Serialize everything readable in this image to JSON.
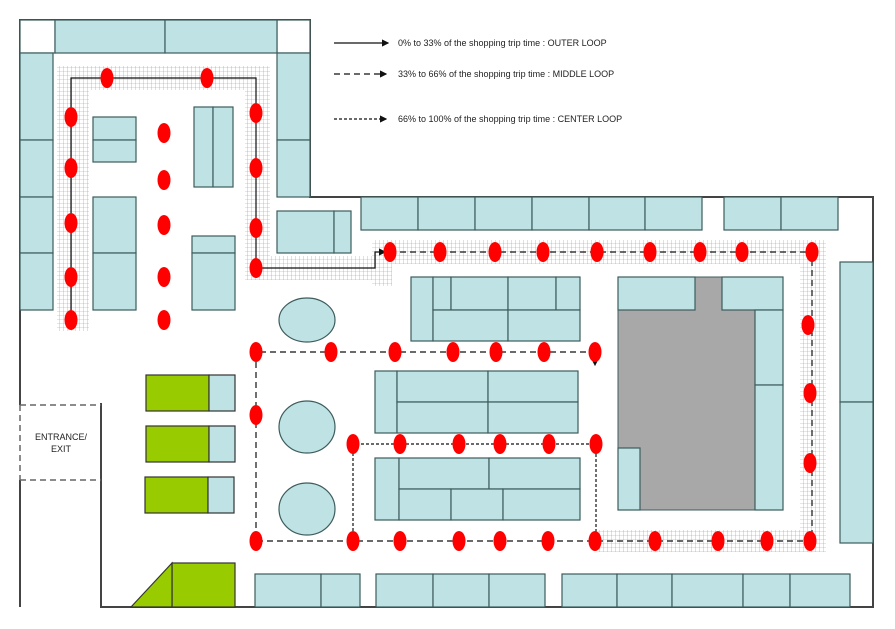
{
  "legend": [
    {
      "style": "solid",
      "label": "0% to 33% of the shopping trip time : OUTER LOOP"
    },
    {
      "style": "dashed",
      "label": "33% to 66% of the shopping trip time : MIDDLE LOOP"
    },
    {
      "style": "dotted",
      "label": "66% to 100% of the shopping trip time : CENTER LOOP"
    }
  ],
  "entrance": {
    "line1": "ENTRANCE/",
    "line2": "EXIT"
  },
  "colors": {
    "shelf": "#bfe3e4",
    "outline": "#3d5c5c",
    "green": "#99cc00",
    "gray": "#a8a8a8",
    "dot": "#ff0000"
  }
}
